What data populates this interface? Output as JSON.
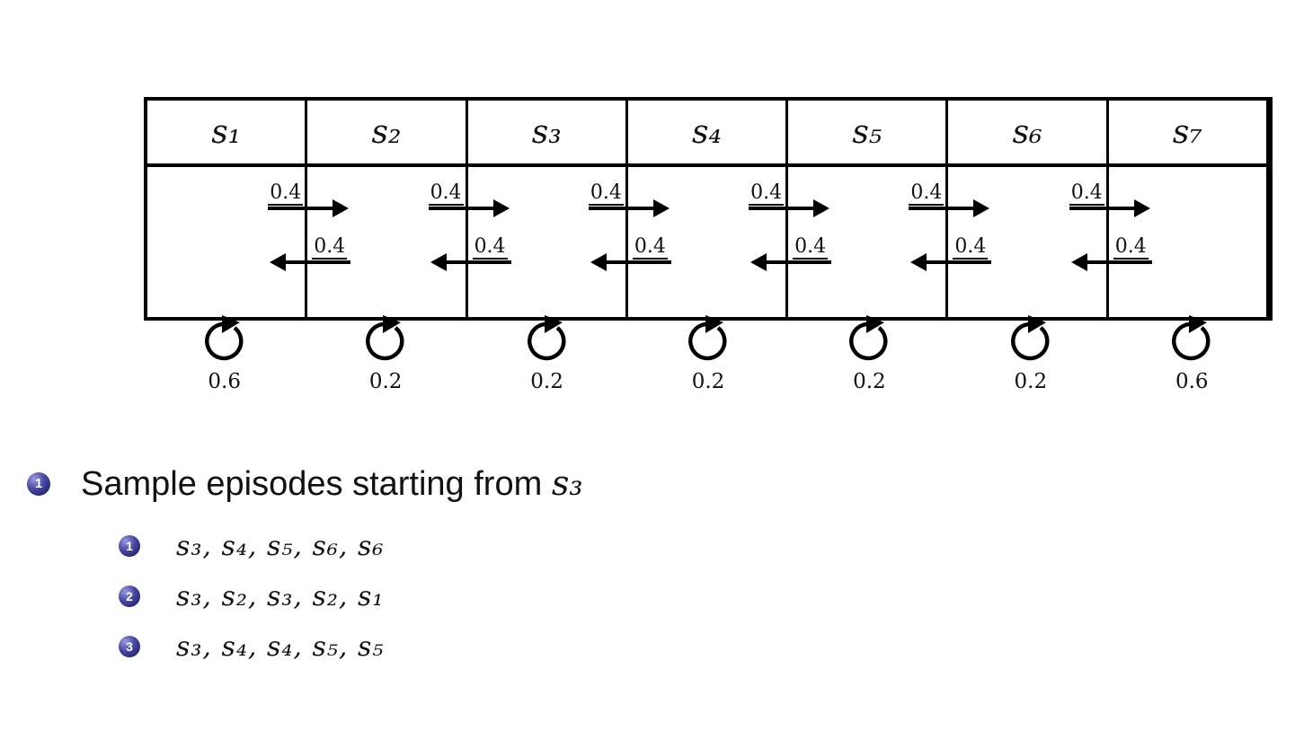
{
  "colors": {
    "background": "#ffffff",
    "diagram_line": "#000000",
    "bullet_accent": "#14145c"
  },
  "diagram": {
    "states": [
      {
        "label": "s₁",
        "self_loop_prob": "0.6"
      },
      {
        "label": "s₂",
        "self_loop_prob": "0.2"
      },
      {
        "label": "s₃",
        "self_loop_prob": "0.2"
      },
      {
        "label": "s₄",
        "self_loop_prob": "0.2"
      },
      {
        "label": "s₅",
        "self_loop_prob": "0.2"
      },
      {
        "label": "s₆",
        "self_loop_prob": "0.2"
      },
      {
        "label": "s₇",
        "self_loop_prob": "0.6"
      }
    ],
    "transitions": [
      {
        "right_prob": "0.4",
        "left_prob": "0.4"
      },
      {
        "right_prob": "0.4",
        "left_prob": "0.4"
      },
      {
        "right_prob": "0.4",
        "left_prob": "0.4"
      },
      {
        "right_prob": "0.4",
        "left_prob": "0.4"
      },
      {
        "right_prob": "0.4",
        "left_prob": "0.4"
      },
      {
        "right_prob": "0.4",
        "left_prob": "0.4"
      }
    ]
  },
  "list": {
    "main_item": {
      "marker": "1",
      "text": "Sample episodes starting from ",
      "state": "s₃"
    },
    "episodes": [
      {
        "marker": "1",
        "sequence": "s₃, s₄, s₅, s₆, s₆"
      },
      {
        "marker": "2",
        "sequence": "s₃, s₂, s₃, s₂, s₁"
      },
      {
        "marker": "3",
        "sequence": "s₃, s₄, s₄, s₅, s₅"
      }
    ]
  }
}
